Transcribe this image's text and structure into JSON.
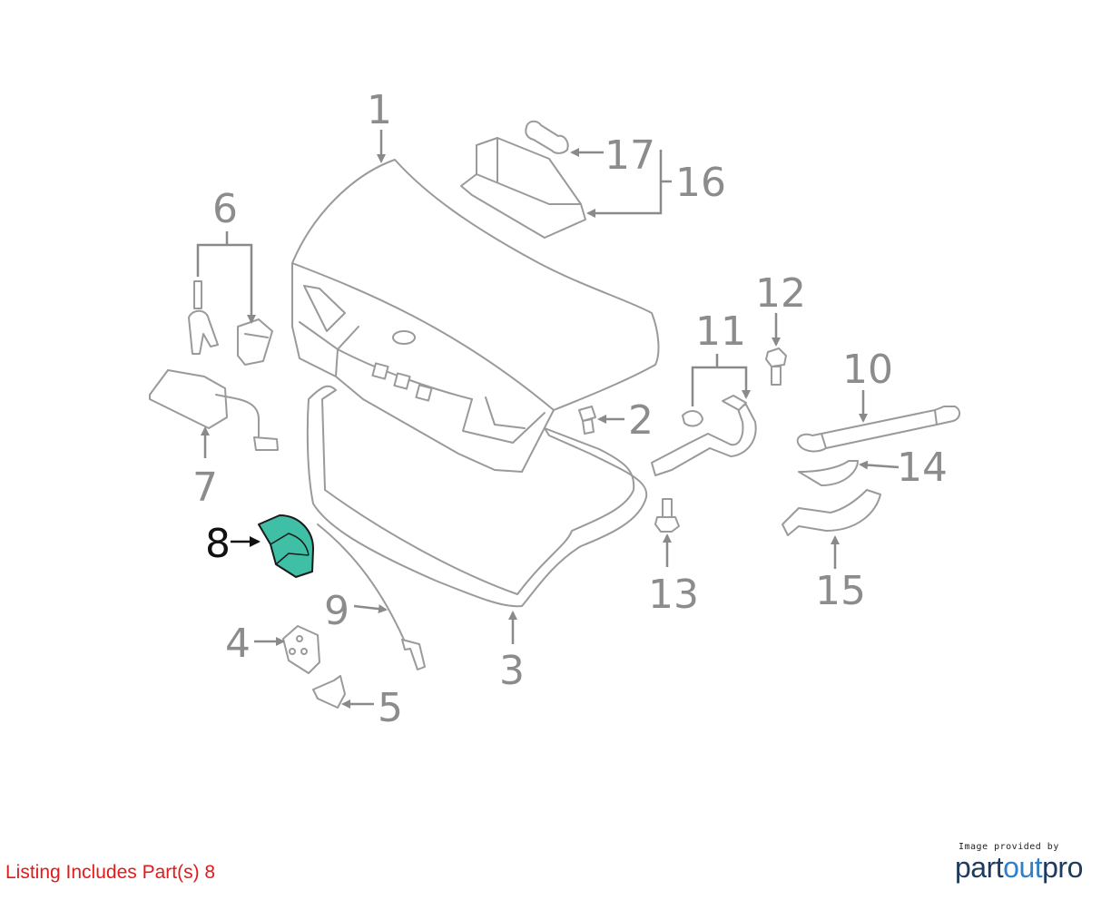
{
  "callouts": {
    "c1": "1",
    "c2": "2",
    "c3": "3",
    "c4": "4",
    "c5": "5",
    "c6": "6",
    "c7": "7",
    "c8": "8",
    "c9": "9",
    "c10": "10",
    "c11": "11",
    "c12": "12",
    "c13": "13",
    "c14": "14",
    "c15": "15",
    "c16": "16",
    "c17": "17"
  },
  "highlighted_part": "8",
  "colors": {
    "highlight_fill": "#3fbfa6",
    "callout_gray": "#8c8c8c",
    "listing_red": "#e01b1b"
  },
  "listing_note": "Listing Includes Part(s) 8",
  "credit": {
    "caption": "Image provided by",
    "logo_part": "part",
    "logo_out": "out",
    "logo_pro": "pro"
  }
}
